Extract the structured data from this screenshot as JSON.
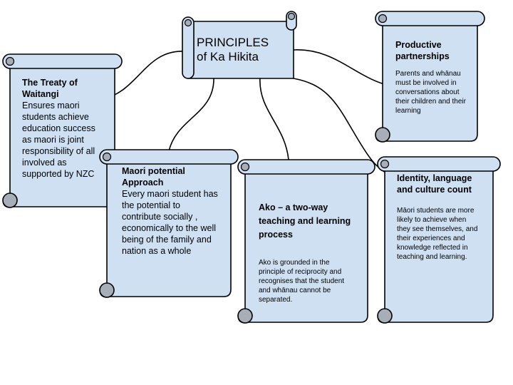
{
  "center": {
    "title_line1": "PRINCIPLES",
    "title_line2": "of Ka Hikita"
  },
  "treaty": {
    "heading": "The Treaty of Waitangi",
    "body": "Ensures maori students achieve education success as maori is joint responsibility of all involved as supported by NZC"
  },
  "potential": {
    "heading": "Maori potential Approach",
    "body": "Every maori student has the potential to contribute socially , economically to the well being of the family and nation as a whole"
  },
  "ako": {
    "heading": "Ako – a two-way teaching and learning process",
    "body": "Ako is grounded in the principle of reciprocity and recognises that the student and whānau cannot be separated."
  },
  "partnerships": {
    "heading": "Productive partnerships",
    "body": "Parents and whānau must be involved in conversations about their children and their learning"
  },
  "identity": {
    "heading": "Identity, language and culture count",
    "body": "Māori students are more likely to achieve when they see themselves, and their experiences and knowledge reflected in teaching and learning."
  },
  "colors": {
    "scroll_fill": "#cfe0f3",
    "curl_fill": "#a7aeb8",
    "stroke": "#000000",
    "background": "#ffffff"
  }
}
